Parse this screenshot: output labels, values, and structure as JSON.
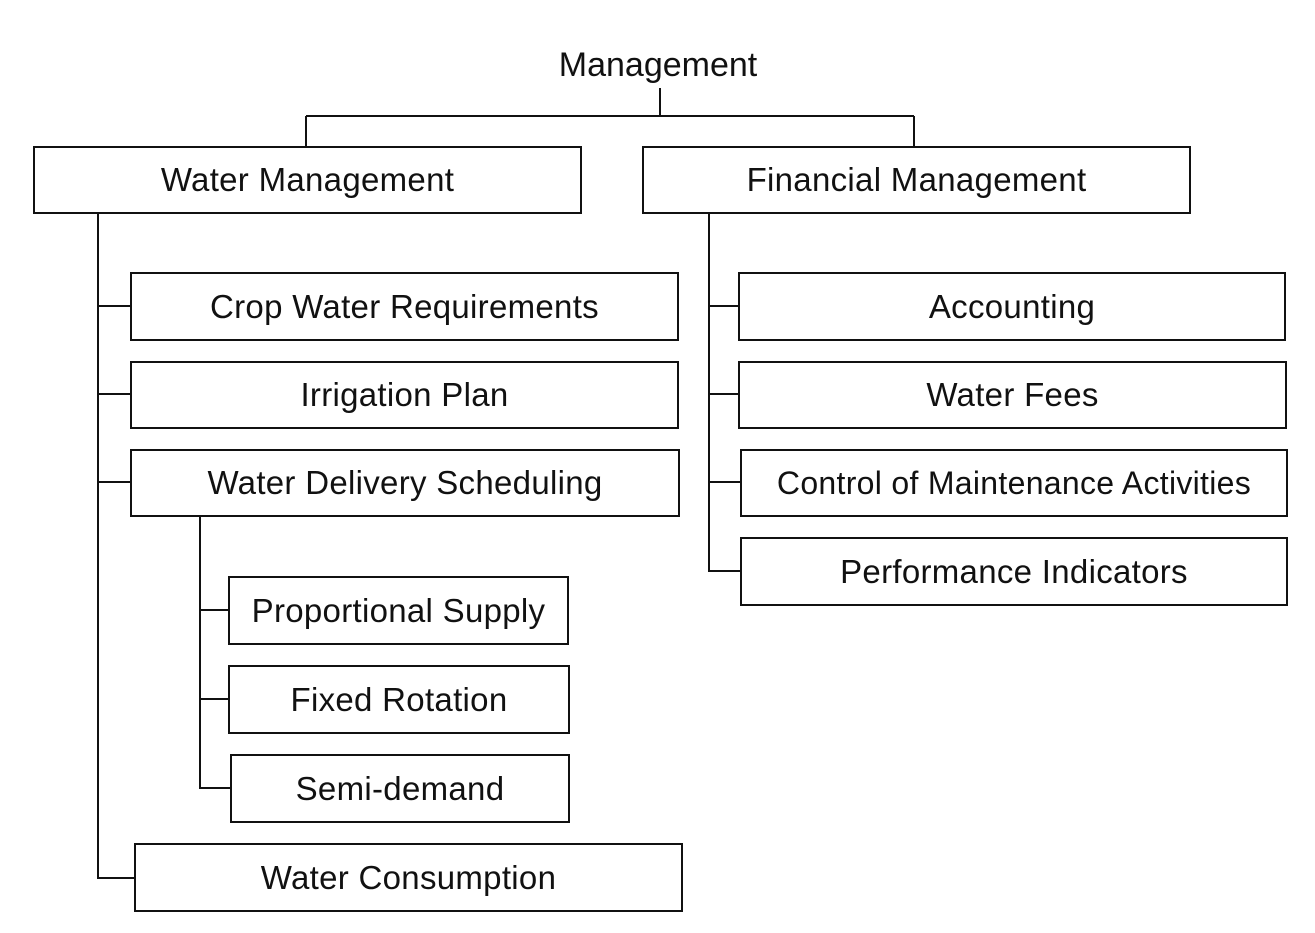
{
  "root": {
    "label": "Management"
  },
  "water_management": {
    "label": "Water Management",
    "children": [
      {
        "label": "Crop Water Requirements"
      },
      {
        "label": "Irrigation Plan"
      },
      {
        "label": "Water Delivery Scheduling",
        "children": [
          {
            "label": "Proportional Supply"
          },
          {
            "label": "Fixed Rotation"
          },
          {
            "label": "Semi-demand"
          }
        ]
      },
      {
        "label": "Water Consumption"
      }
    ]
  },
  "financial_management": {
    "label": "Financial Management",
    "children": [
      {
        "label": "Accounting"
      },
      {
        "label": "Water Fees"
      },
      {
        "label": "Control of Maintenance Activities"
      },
      {
        "label": "Performance Indicators"
      }
    ]
  }
}
